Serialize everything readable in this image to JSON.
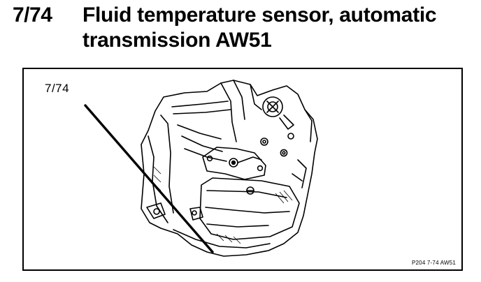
{
  "heading": {
    "number": "7/74",
    "title": "Fluid temperature sensor, automatic transmission AW51"
  },
  "figure": {
    "callout_label": "7/74",
    "figure_code": "P204 7-74 AW51"
  }
}
